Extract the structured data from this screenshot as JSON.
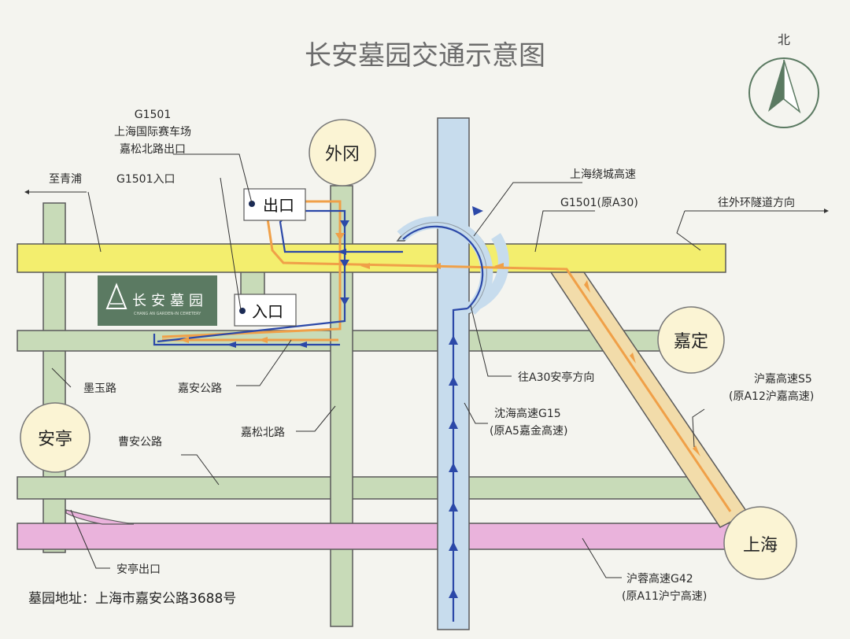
{
  "title": "长安墓园交通示意图",
  "north": "北",
  "address": "墓园地址：上海市嘉安公路3688号",
  "logo": {
    "name": "长安墓园",
    "subtitle": "CHANG AN GARDEN-IN CEMETERY"
  },
  "towns": {
    "waigang": "外冈",
    "jiading": "嘉定",
    "anting": "安亭",
    "shanghai": "上海"
  },
  "boxes": {
    "exit": "出口",
    "entrance": "入口"
  },
  "labels": {
    "g1501_exit_1": "G1501",
    "g1501_exit_2": "上海国际赛车场",
    "g1501_exit_3": "嘉松北路出口",
    "g1501_entrance": "G1501入口",
    "to_qingpu": "至青浦",
    "ring_expressway": "上海绕城高速",
    "g1501_a30": "G1501(原A30)",
    "outer_ring_tunnel": "往外环隧道方向",
    "to_a30_anting": "往A30安亭方向",
    "shenhai_1": "沈海高速G15",
    "shenhai_2": "(原A5嘉金高速)",
    "hujia_1": "沪嘉高速S5",
    "hujia_2": "(原A12沪嘉高速)",
    "moyu_road": "墨玉路",
    "jiaan_road": "嘉安公路",
    "jiasong_north_road": "嘉松北路",
    "caoan_road": "曹安公路",
    "anting_exit": "安亭出口",
    "hurong_1": "沪蓉高速G42",
    "hurong_2": "(原A11沪宁高速)"
  },
  "colors": {
    "yellow_road": "#f3ee6e",
    "green_road": "#c8dbb8",
    "blue_road": "#c7dced",
    "pink_road": "#eab3dc",
    "tan_road": "#f2dcaa",
    "orange_route": "#f0a048",
    "blue_route": "#2b48a8",
    "logo_bg": "#5b7a62",
    "title": "#6b6b6b"
  }
}
